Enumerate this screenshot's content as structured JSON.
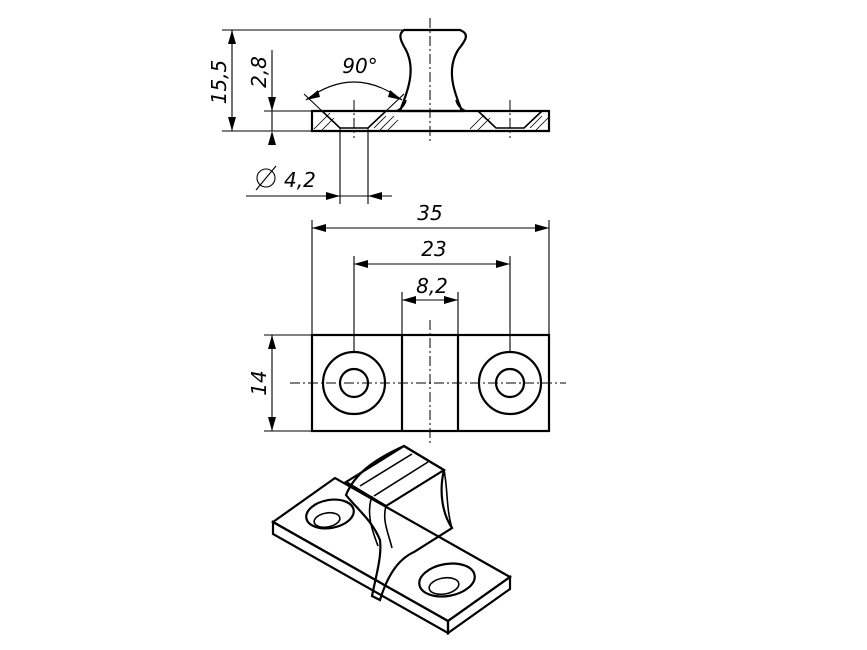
{
  "dimensions": {
    "overall_height": "15,5",
    "base_thickness": "2,8",
    "countersink_angle": "90°",
    "hole_diameter": "4,2",
    "overall_length": "35",
    "hole_spacing": "23",
    "neck_width": "8,2",
    "base_width": "14"
  }
}
